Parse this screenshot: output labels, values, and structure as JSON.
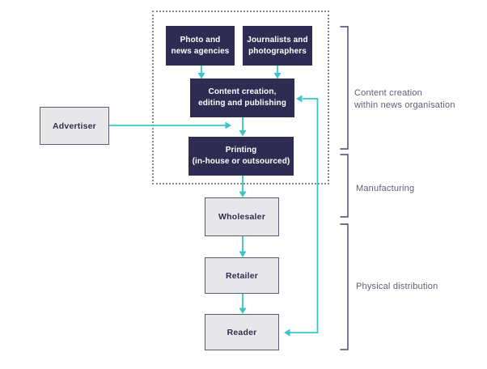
{
  "diagram": {
    "boxes": {
      "photo": "Photo and\nnews agencies",
      "journalists": "Journalists and\nphotographers",
      "content": "Content creation,\nediting and publishing",
      "printing": "Printing\n(in-house or outsourced)",
      "advertiser": "Advertiser",
      "wholesaler": "Wholesaler",
      "retailer": "Retailer",
      "reader": "Reader"
    },
    "brackets": {
      "content_creation": "Content creation\nwithin news organisation",
      "manufacturing": "Manufacturing",
      "physical_distribution": "Physical distribution"
    }
  },
  "colors": {
    "dark_box": "#2e2c52",
    "dark_box_text": "#ffffff",
    "light_box_fill": "#e8e8ea",
    "light_box_border": "#5b5b73",
    "arrow": "#3bc5c9",
    "bracket_line": "#45446a",
    "annotation_text": "#5e5d79",
    "dotted_border": "#85849a",
    "background": "#ffffff"
  }
}
